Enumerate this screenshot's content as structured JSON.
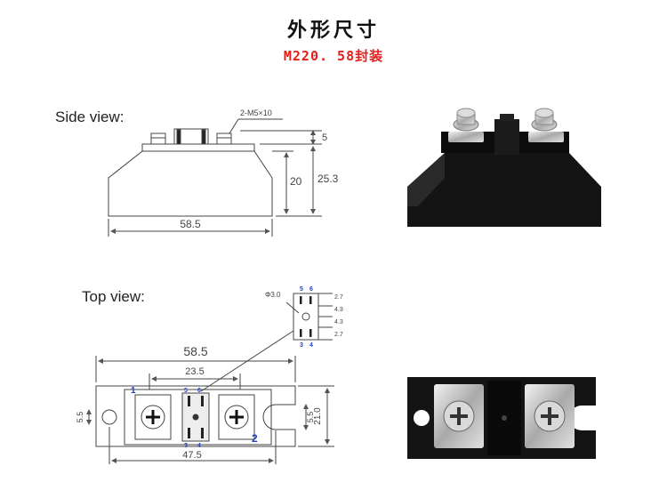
{
  "header": {
    "title": "外形尺寸",
    "subtitle": "M220. 58封装"
  },
  "side_view": {
    "label": "Side view:",
    "screw_note": "2-M5×10",
    "dim_screw": "5",
    "dim_body": "20",
    "dim_total": "25.3",
    "dim_length": "58.5"
  },
  "top_view": {
    "label": "Top view:",
    "dim_length": "58.5",
    "dim_terminal_span": "23.5",
    "dim_hole_span": "47.5",
    "dim_width": "21.0",
    "dim_slot_left": "5.5",
    "dim_slot_right": "5.5",
    "pin_1": "1",
    "pin_2": "2",
    "pin_5": "5",
    "pin_6": "6",
    "pin_3": "3",
    "pin_4": "4"
  },
  "detail": {
    "hole": "Φ3.0",
    "pin_top_5": "5",
    "pin_top_6": "6",
    "pin_bottom_3": "3",
    "pin_bottom_4": "4",
    "dim_a": "2.7",
    "dim_b": "4.3",
    "dim_c": "4.3",
    "dim_d": "2.7"
  },
  "colors": {
    "title": "#111111",
    "subtitle": "#e0201a",
    "pin_label": "#1f3fbf",
    "line": "#444444",
    "module_body": "#141414"
  }
}
